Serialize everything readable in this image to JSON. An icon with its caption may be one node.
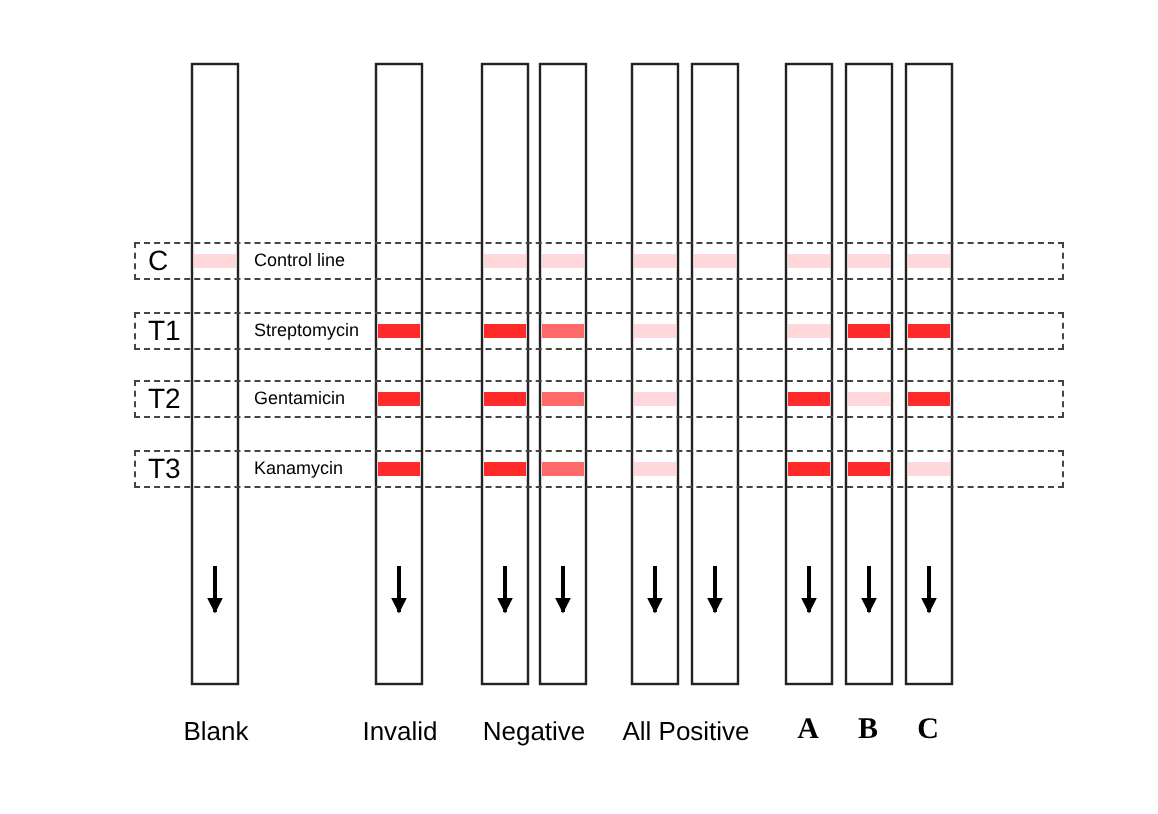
{
  "diagram": {
    "nodes": [
      {
        "text": [
          "C",
          "Control line"
        ]
      },
      {
        "text": [
          "T1",
          "Streptomycin"
        ]
      },
      {
        "text": [
          "T2",
          "Gentamicin"
        ]
      },
      {
        "text": [
          "T3",
          "Kanamycin"
        ]
      }
    ],
    "labels": [
      "Blank",
      "Invalid",
      "Negative",
      "All Positive",
      "A",
      "B",
      "C"
    ]
  }
}
